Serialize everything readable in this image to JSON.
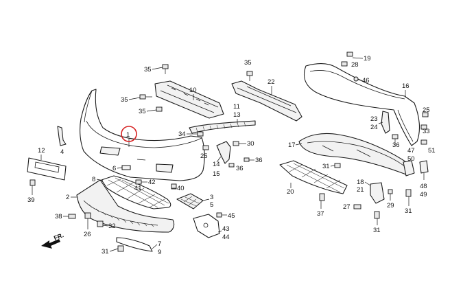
{
  "diagram": {
    "highlight_color": "#d62020",
    "highlighted_part": "1",
    "direction_label": "FR.",
    "callouts": [
      "1",
      "2",
      "3",
      "4",
      "5",
      "6",
      "7",
      "8",
      "9",
      "10",
      "11",
      "12",
      "13",
      "14",
      "15",
      "16",
      "17",
      "18",
      "19",
      "20",
      "21",
      "22",
      "23",
      "24",
      "25",
      "25",
      "26",
      "27",
      "28",
      "29",
      "30",
      "31",
      "31",
      "31",
      "31",
      "32",
      "33",
      "34",
      "35",
      "35",
      "35",
      "35",
      "36",
      "36",
      "36",
      "37",
      "38",
      "39",
      "40",
      "41",
      "42",
      "43",
      "44",
      "45",
      "46",
      "47",
      "48",
      "49",
      "50",
      "51"
    ]
  }
}
